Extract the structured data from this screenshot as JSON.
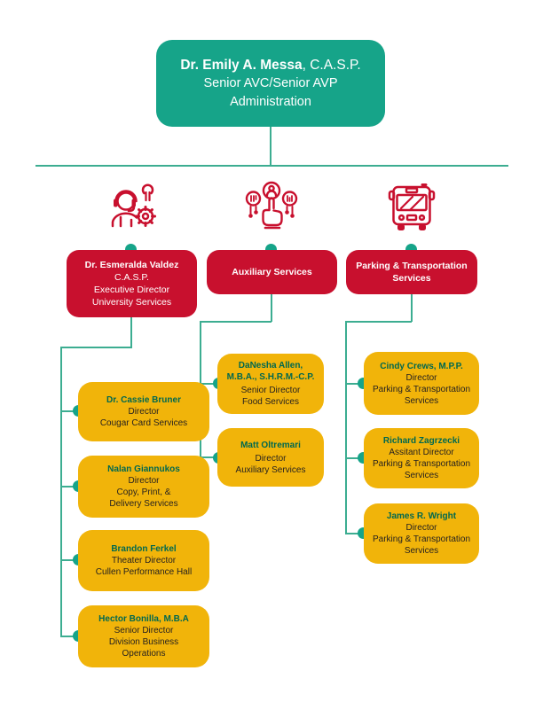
{
  "colors": {
    "teal_box": "#16a489",
    "connector_line": "#3cad91",
    "red_box": "#c8102e",
    "gold_box": "#f1b40a",
    "name_text_green": "#00684f",
    "body_text": "#231f20",
    "box_text_white": "#ffffff"
  },
  "root_box": {
    "name": "Dr. Emily A. Messa",
    "credential": ", C.A.S.P.",
    "title1": "Senior AVC/Senior AVP",
    "title2": "Administration"
  },
  "branches": [
    {
      "icon": "support-agent-icon",
      "head": {
        "bold": [
          "Dr. Esmeralda Valdez"
        ],
        "lines": [
          "C.A.S.P.",
          "Executive Director",
          "University Services"
        ]
      },
      "members": [
        {
          "bold": [
            "Dr. Cassie Bruner"
          ],
          "lines": [
            "Director",
            "Cougar Card Services"
          ]
        },
        {
          "bold": [
            "Nalan Giannukos"
          ],
          "lines": [
            "Director",
            "Copy, Print, &",
            "Delivery Services"
          ]
        },
        {
          "bold": [
            "Brandon Ferkel"
          ],
          "lines": [
            "Theater Director",
            "Cullen Performance Hall"
          ]
        },
        {
          "bold": [
            "Hector Bonilla, M.B.A"
          ],
          "lines": [
            "Senior Director",
            "Division Business",
            "Operations"
          ]
        }
      ]
    },
    {
      "icon": "services-selection-icon",
      "head": {
        "bold": [
          "Auxiliary Services"
        ],
        "lines": []
      },
      "members": [
        {
          "bold": [
            "DaNesha Allen,",
            "M.B.A., S.H.R.M.-C.P."
          ],
          "lines": [
            "Senior Director",
            "Food Services"
          ]
        },
        {
          "bold": [
            "Matt Oltremari"
          ],
          "lines": [
            "Director",
            "Auxiliary Services"
          ]
        }
      ]
    },
    {
      "icon": "bus-icon",
      "head": {
        "bold": [
          "Parking & Transportation",
          "Services"
        ],
        "lines": []
      },
      "members": [
        {
          "bold": [
            "Cindy Crews, M.P.P."
          ],
          "lines": [
            "Director",
            "Parking & Transportation",
            "Services"
          ]
        },
        {
          "bold": [
            "Richard Zagrzecki"
          ],
          "lines": [
            "Assitant Director",
            "Parking & Transportation",
            "Services"
          ]
        },
        {
          "bold": [
            "James R. Wright"
          ],
          "lines": [
            "Director",
            "Parking & Transportation",
            "Services"
          ]
        }
      ]
    }
  ]
}
